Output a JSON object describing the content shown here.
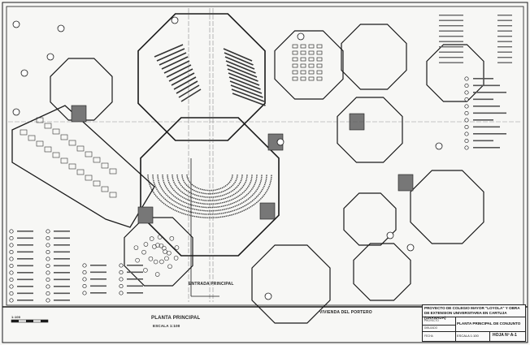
{
  "drawing": {
    "plan_title": "PLANTA PRINCIPAL",
    "plan_scale": "ESCALA 1:100",
    "entrance_label": "ENTRADA PRINCIPAL",
    "porter_label": "VIVIENDA DEL PORTERO",
    "scale_bar_label": "1:100"
  },
  "title_block": {
    "project": "PROYECTO DE COLEGIO MAYOR \"LOYOLA\" Y OBRA DE EXTENSION UNIVERSITARIA EN CARTUJA (GRANADA)",
    "sheet_title": "PLANTA PRINCIPAL DE CONJUNTO",
    "scale": "ESCALA 1:100",
    "sheet_number": "HOJA Nº A-1",
    "row_labels": [
      "PROYECTO",
      "DIBUJADO",
      "FECHA"
    ]
  },
  "colors": {
    "ink": "#1a1a1a",
    "paper": "#f7f7f5"
  }
}
